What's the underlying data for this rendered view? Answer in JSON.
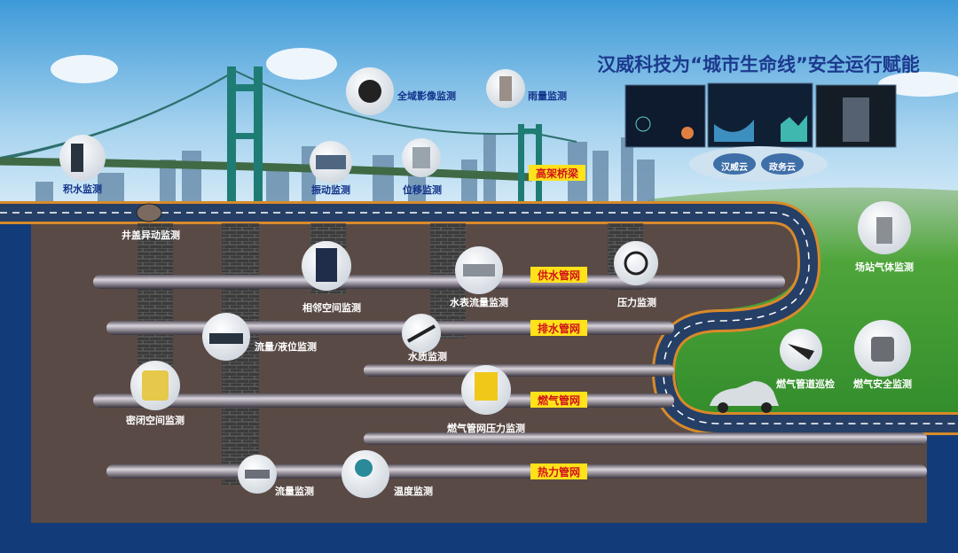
{
  "title": "汉威科技为“城市生命线”安全运行赋能",
  "clouds": [
    "汉威云",
    "政务云"
  ],
  "network_tags": {
    "bridge": "高架桥梁",
    "water_supply": "供水管网",
    "drainage": "排水管网",
    "gas": "燃气管网",
    "heating": "热力管网"
  },
  "sensors": {
    "ponding": "积水监测",
    "vibration": "振动监测",
    "displacement": "位移监测",
    "video": "全域影像监测",
    "rainfall": "雨量监测",
    "manhole": "井盖异动监测",
    "adjacent_space": "相邻空间监测",
    "water_meter": "水表流量监测",
    "pressure": "压力监测",
    "flow_level": "流量/液位监测",
    "water_quality": "水质监测",
    "confined_space": "密闭空间监测",
    "gas_pressure": "燃气管网压力监测",
    "flow": "流量监测",
    "temperature": "温度监测",
    "station_gas": "场站气体监测",
    "gas_patrol": "燃气管道巡检",
    "gas_safety": "燃气安全监测"
  },
  "colors": {
    "tag_bg": "#ffe21a",
    "tag_text": "#d0121b",
    "label": "#12328a",
    "road": "#263f66",
    "soil": "#5a4a45"
  }
}
